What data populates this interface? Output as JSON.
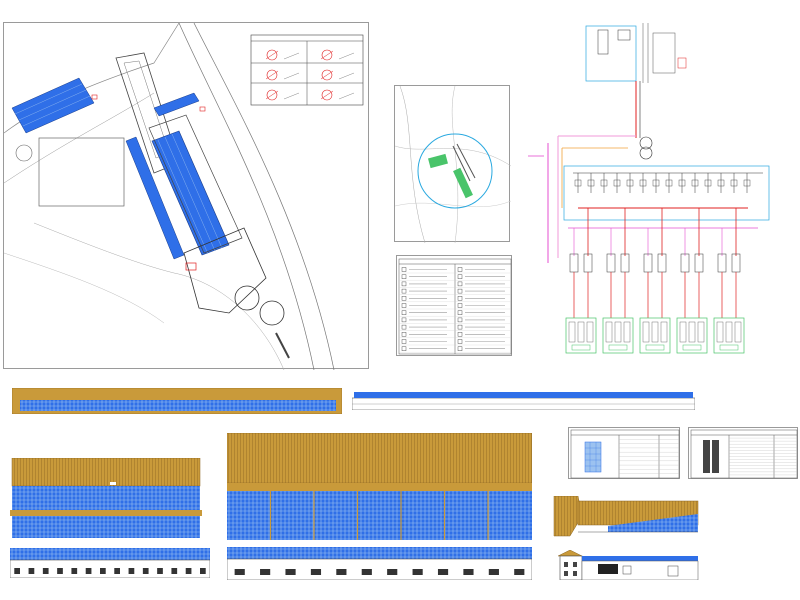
{
  "colors": {
    "panel": "#2f6fe8",
    "panel_light": "#9cc2f0",
    "roof": "#c99a3a",
    "roof_dark": "#8a6420",
    "green": "#49c46a",
    "red": "#e02020",
    "magenta": "#e54fd0",
    "pink": "#f19ad8",
    "orange": "#f0a23a",
    "cyan": "#2aa9e0",
    "line": "#555555"
  },
  "sheets": {
    "site_plan": {
      "panel_rows": 4
    },
    "electrical": {
      "inverter_groups": 5
    },
    "legend": {
      "rows": 12
    },
    "specs_left": {
      "rows": 10
    },
    "specs_right": {
      "rows": 14
    }
  }
}
